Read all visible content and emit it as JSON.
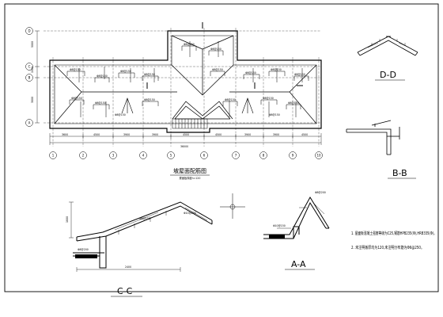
{
  "plan": {
    "title": "坡屋面配筋图",
    "subtitle": "屋面板厚度h=120",
    "axis_numbers": [
      "1",
      "2",
      "3",
      "4",
      "5",
      "6",
      "7",
      "8",
      "9",
      "10"
    ],
    "axis_letters": [
      "A",
      "B",
      "C",
      "D"
    ],
    "dims_top": [
      "3600",
      "4500",
      "3900",
      "3900",
      "4500",
      "4500",
      "3900",
      "3900",
      "4500"
    ],
    "dims_total": "36000",
    "dims_left": [
      "5000",
      "1500",
      "3000"
    ],
    "rebar_label": "Φ8@150"
  },
  "sections": {
    "dd": {
      "label": "D-D"
    },
    "bb": {
      "label": "B-B"
    },
    "cc": {
      "label": "C-C",
      "dims": [
        "1800",
        "2400"
      ],
      "rebar": [
        "Φ8@150",
        "Φ10@200",
        "Φ8@200"
      ]
    },
    "aa": {
      "label": "A-A",
      "rebar": [
        "Φ8@200",
        "Φ10@150"
      ]
    }
  },
  "notes": {
    "line1": "1. 屋面板混凝土强度等级为C25,钢筋HPB235(Φ),HRB335(Φ)。",
    "line2": "2. 未注明板厚均为120,未注明分布筋为Φ6@250。"
  },
  "colors": {
    "line": "#000000",
    "background": "#ffffff"
  }
}
